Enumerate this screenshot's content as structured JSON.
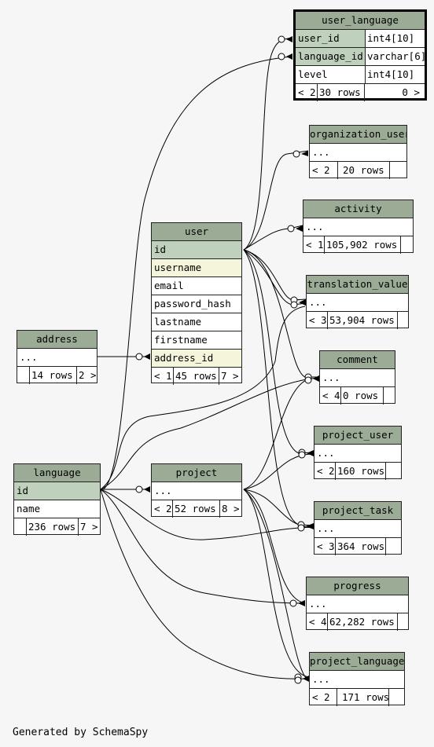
{
  "tables": {
    "user_language": {
      "name": "user_language",
      "columns": [
        {
          "name": "user_id",
          "type": "int4[10]"
        },
        {
          "name": "language_id",
          "type": "varchar[6]"
        },
        {
          "name": "level",
          "type": "int4[10]"
        }
      ],
      "footer": {
        "parents": "< 2",
        "rows": "30 rows",
        "children": "0 >"
      }
    },
    "organization_user": {
      "name": "organization_user",
      "ellipsis": "...",
      "footer": {
        "parents": "< 2",
        "rows": "20 rows",
        "children": ""
      }
    },
    "activity": {
      "name": "activity",
      "ellipsis": "...",
      "footer": {
        "parents": "< 1",
        "rows": "105,902 rows",
        "children": ""
      }
    },
    "translation_value": {
      "name": "translation_value",
      "ellipsis": "...",
      "footer": {
        "parents": "< 3",
        "rows": "53,904 rows",
        "children": ""
      }
    },
    "comment": {
      "name": "comment",
      "ellipsis": "...",
      "footer": {
        "parents": "< 4",
        "rows": "0 rows",
        "children": ""
      }
    },
    "project_user": {
      "name": "project_user",
      "ellipsis": "...",
      "footer": {
        "parents": "< 2",
        "rows": "160 rows",
        "children": ""
      }
    },
    "project_task": {
      "name": "project_task",
      "ellipsis": "...",
      "footer": {
        "parents": "< 3",
        "rows": "364 rows",
        "children": ""
      }
    },
    "progress": {
      "name": "progress",
      "ellipsis": "...",
      "footer": {
        "parents": "< 4",
        "rows": "62,282 rows",
        "children": ""
      }
    },
    "project_language": {
      "name": "project_language",
      "ellipsis": "...",
      "footer": {
        "parents": "< 2",
        "rows": "171 rows",
        "children": ""
      }
    },
    "user": {
      "name": "user",
      "columns": [
        "id",
        "username",
        "email",
        "password_hash",
        "lastname",
        "firstname",
        "address_id"
      ],
      "footer": {
        "parents": "< 1",
        "rows": "45 rows",
        "children": "7 >"
      }
    },
    "address": {
      "name": "address",
      "ellipsis": "...",
      "footer": {
        "parents": "",
        "rows": "14 rows",
        "children": "2 >"
      }
    },
    "project": {
      "name": "project",
      "ellipsis": "...",
      "footer": {
        "parents": "< 2",
        "rows": "52 rows",
        "children": "8 >"
      }
    },
    "language": {
      "name": "language",
      "columns": [
        "id",
        "name"
      ],
      "footer": {
        "parents": "",
        "rows": "236 rows",
        "children": "7 >"
      }
    }
  },
  "footer_text": "Generated by SchemaSpy",
  "colors": {
    "header": "#9bab96",
    "primary_key": "#bfd0bc",
    "indexed": "#f5f5dc",
    "background": "#f6f6f6"
  }
}
